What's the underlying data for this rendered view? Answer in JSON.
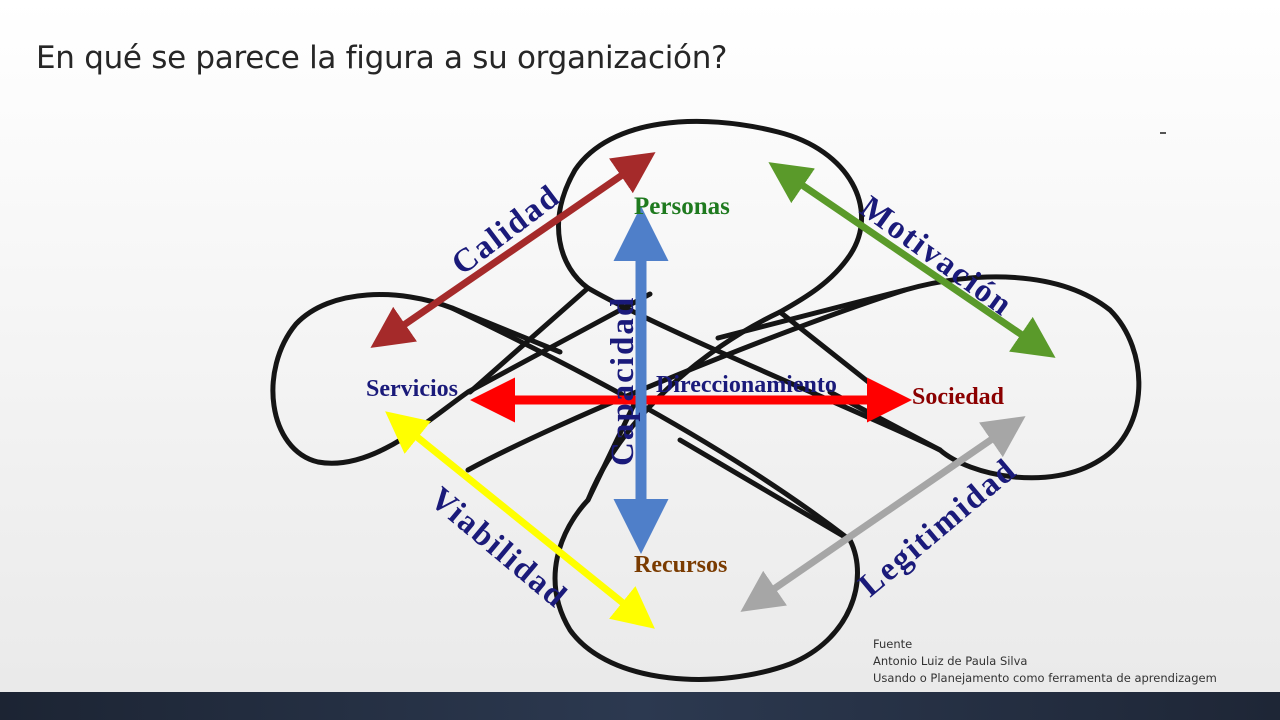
{
  "slide": {
    "title": "En qué se parece la figura a su organización?"
  },
  "diagram": {
    "nodes": {
      "personas": "Personas",
      "servicios": "Servicios",
      "sociedad": "Sociedad",
      "recursos": "Recursos",
      "direccionamiento": "Direccionamiento"
    },
    "arrows": {
      "calidad": "Calidad",
      "motivacion": "Motivación",
      "capacidad": "Capacidad",
      "viabilidad": "Viabilidad",
      "legitimidad": "Legitimidad"
    },
    "colors": {
      "calidad": "#a52a2a",
      "motivacion": "#5a9a2a",
      "capacidad": "#4f7fc9",
      "direccionamiento": "#ff0000",
      "viabilidad": "#ffff00",
      "legitimidad": "#a6a6a6",
      "label_navy": "#1a1a7a",
      "personas": "#1f7a1f",
      "sociedad": "#8b0000",
      "recursos": "#7a3b00",
      "servicios": "#1a1a7a"
    }
  },
  "source": {
    "heading": "Fuente",
    "author": "Antonio Luiz de Paula Silva",
    "work": "Usando o Planejamento como ferramenta de aprendizagem"
  }
}
